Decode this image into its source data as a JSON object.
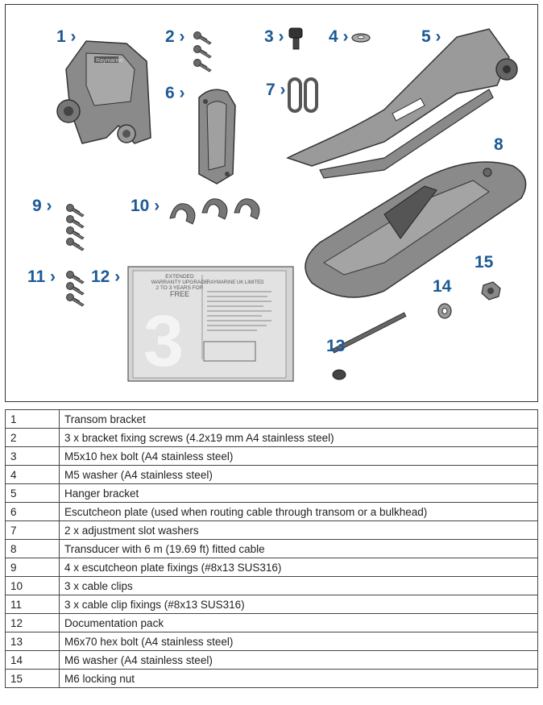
{
  "callouts": [
    "1",
    "2",
    "3",
    "4",
    "5",
    "6",
    "7",
    "8",
    "9",
    "10",
    "11",
    "12",
    "13",
    "14",
    "15"
  ],
  "illustration": {
    "bracket_logo": "Raymarine",
    "doc_pack": {
      "warranty": [
        "EXTENDED",
        "WARRANTY UPGRADE",
        "2 TO 3 YEARS FOR",
        "FREE"
      ],
      "company": "RAYMARINE UK LIMITED",
      "big_number": "3"
    }
  },
  "parts": [
    {
      "num": "1",
      "desc": "Transom bracket"
    },
    {
      "num": "2",
      "desc": "3 x bracket fixing screws (4.2x19 mm A4 stainless steel)"
    },
    {
      "num": "3",
      "desc": "M5x10 hex bolt (A4 stainless steel)"
    },
    {
      "num": "4",
      "desc": "M5 washer (A4 stainless steel)"
    },
    {
      "num": "5",
      "desc": "Hanger bracket"
    },
    {
      "num": "6",
      "desc": "Escutcheon plate (used when routing cable through transom or a bulkhead)"
    },
    {
      "num": "7",
      "desc": "2 x adjustment slot washers"
    },
    {
      "num": "8",
      "desc": "Transducer with 6 m (19.69 ft) fitted cable"
    },
    {
      "num": "9",
      "desc": "4 x escutcheon plate fixings (#8x13 SUS316)"
    },
    {
      "num": "10",
      "desc": "3 x cable clips"
    },
    {
      "num": "11",
      "desc": "3 x cable clip fixings (#8x13 SUS316)"
    },
    {
      "num": "12",
      "desc": "Documentation pack"
    },
    {
      "num": "13",
      "desc": "M6x70 hex bolt (A4 stainless steel)"
    },
    {
      "num": "14",
      "desc": "M6 washer (A4 stainless steel)"
    },
    {
      "num": "15",
      "desc": "M6 locking nut"
    }
  ]
}
